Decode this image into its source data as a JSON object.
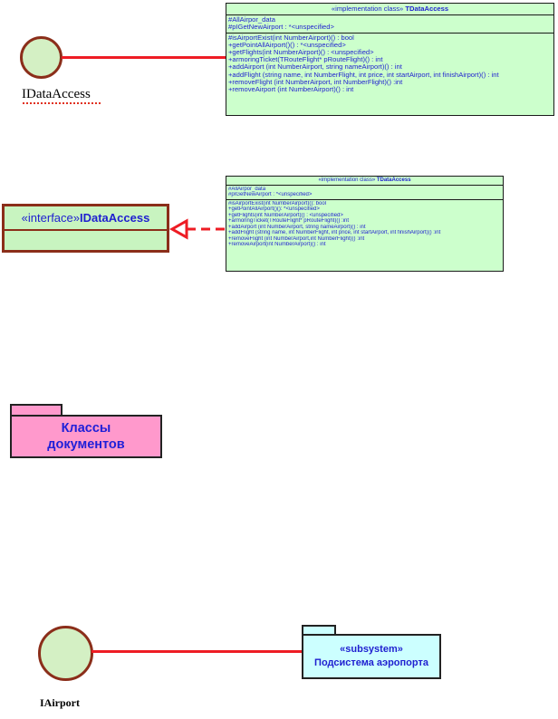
{
  "diagram1": {
    "interface_label": "IDataAccess",
    "class": {
      "stereotype": "«implementation class»",
      "name": "TDataAccess",
      "attributes": [
        "#AllAirpor_data",
        "#pIGetNewAirport : *<unspecified>"
      ],
      "operations": [
        "#isAirportExist(int NumberAirport)() : bool",
        "+getPointAllAirport()() : *<unspecified>",
        "+getFlights(int NumberAirport)() : <unspecified>",
        "+armoringTicket(TRouteFlight* pRouteFlight)() : int",
        "+addAirport    (int NumberAirport, string nameAirport)() : int",
        "+addFlight      (string name, int NumberFlight, int price, int startAirport, int finishAirport)() : int",
        "+removeFlight  (int NumberAirport, int NumberFlight)() :int",
        "+removeAirport (int NumberAirport)() : int"
      ]
    }
  },
  "diagram2": {
    "interface_box": {
      "stereotype": "«interface»",
      "name": "IDataAccess"
    },
    "class": {
      "stereotype": "«implementation class»",
      "name": "TDataAccess",
      "attributes": [
        "#AllAirpor_data",
        "#pIGetNewAirport : *<unspecified>"
      ],
      "operations": [
        "#isAirportExist(int NumberAirport)(): bool",
        "+getPointAllAirport()(): *<unspecified>",
        "+getFlights(int NumberAirport)() : <unspecified>",
        "+armoringTicket(TRouteFlight* pRouteFlight)() :int",
        "+addAirport    (int NumberAirport, string nameAirport)() : int",
        "+addFlight     (string name, int NumberFlight, int price, int startAirport, int finishAirport)() :int",
        "+removeFlight  (int NumberAirport,int NumberFlight)() :int",
        "+removeAirport(int NumberAirport)() : int"
      ]
    }
  },
  "package1": {
    "line1": "Классы",
    "line2": "документов"
  },
  "diagram3": {
    "interface_label": "IAirport",
    "subsystem": {
      "stereotype": "«subsystem»",
      "name": "Подсистема аэропорта"
    }
  },
  "colors": {
    "interface_fill": "#d4f0c4",
    "interface_border": "#8B2E1A",
    "link": "#ee1c24",
    "class_fill": "#ccffcc",
    "class_text": "#1f1fd0",
    "package_fill": "#ff99cc",
    "subsystem_fill": "#ccffff"
  }
}
